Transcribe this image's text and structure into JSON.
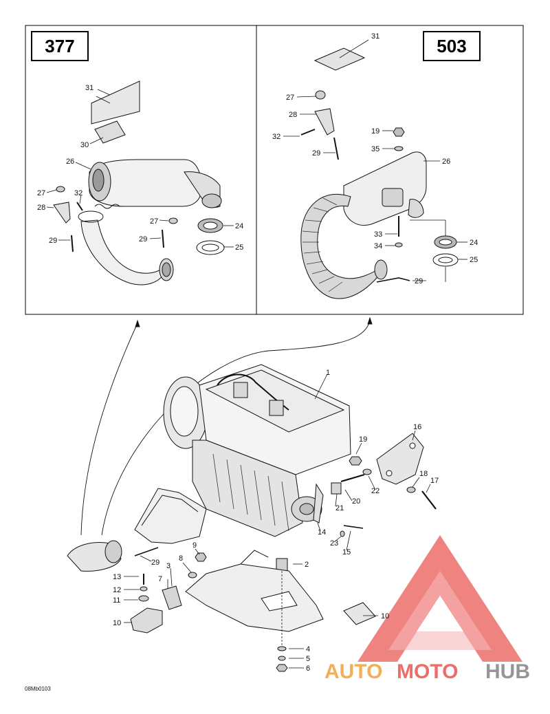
{
  "panels": {
    "left_model": "377",
    "right_model": "503"
  },
  "callouts": {
    "l31": "31",
    "l30": "30",
    "l26": "26",
    "l27a": "27",
    "l32": "32",
    "l28": "28",
    "l29": "29",
    "l27b": "27",
    "l24": "24",
    "l25": "25",
    "l29b": "29",
    "r31": "31",
    "r27": "27",
    "r28": "28",
    "r32": "32",
    "r29": "29",
    "r19": "19",
    "r35": "35",
    "r26": "26",
    "r33": "33",
    "r34": "34",
    "r24": "24",
    "r25": "25",
    "r29b": "29",
    "m1": "1",
    "m16": "16",
    "m19": "19",
    "m18": "18",
    "m17": "17",
    "m22": "22",
    "m20": "20",
    "m21": "21",
    "m14": "14",
    "m23": "23",
    "m15": "15",
    "m29": "29",
    "m9": "9",
    "m8": "8",
    "m2": "2",
    "m3": "3",
    "m7": "7",
    "m13": "13",
    "m12": "12",
    "m11": "11",
    "m10": "10",
    "m10b": "10",
    "m4": "4",
    "m5": "5",
    "m6": "6"
  },
  "figure_code": "08Mb0103",
  "watermark": {
    "text_part1": "AUTO",
    "text_part2": "MOTO",
    "text_part3": "HUB",
    "color_red": "#e8554f",
    "color_orange": "#f3a13b",
    "color_gray": "#8a8a8a"
  }
}
